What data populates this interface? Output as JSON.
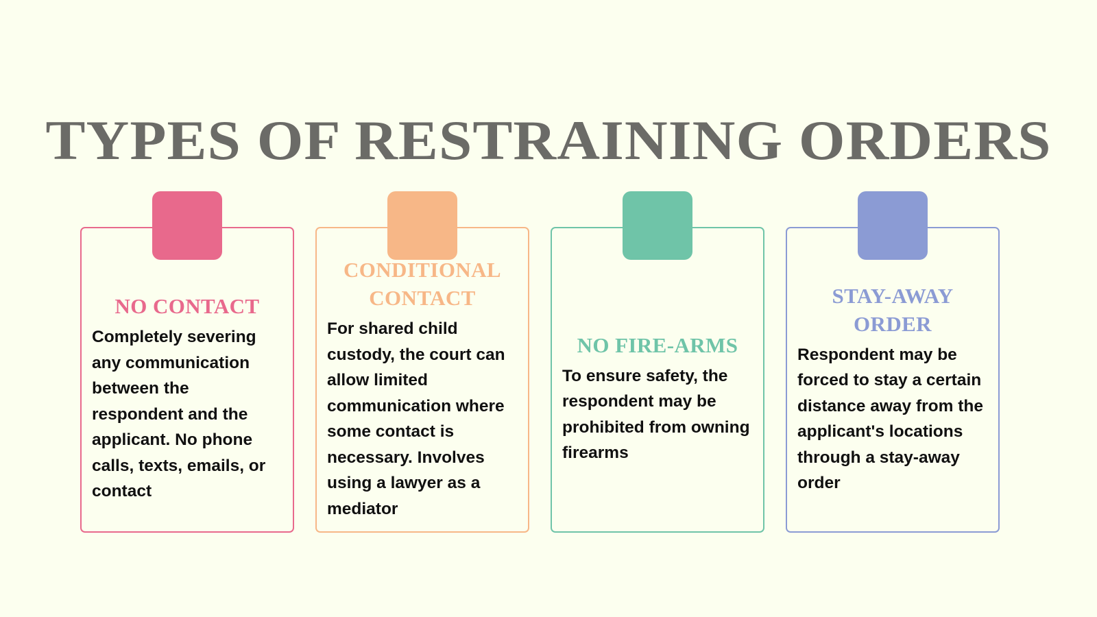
{
  "page": {
    "title": "TYPES OF RESTRAINING ORDERS",
    "background_color": "#fcffef",
    "title_color": "#6b6b67",
    "body_text_color": "#101010"
  },
  "cards": [
    {
      "heading": "NO CONTACT",
      "body": "Completely severing any communication between the respondent and the applicant. No phone calls, texts, emails, or contact",
      "color": "#e8698c",
      "heading_lines": 1
    },
    {
      "heading": "CONDITIONAL CONTACT",
      "body": "For shared child custody, the court can allow limited communication where some contact is necessary. Involves using a lawyer as a mediator",
      "color": "#f7b787",
      "heading_lines": 2
    },
    {
      "heading": "NO FIRE-ARMS",
      "body": "To ensure safety, the respondent may be prohibited from owning firearms",
      "color": "#6fc4a8",
      "heading_lines": 1
    },
    {
      "heading": "STAY-AWAY ORDER",
      "body": "Respondent may be forced to stay a certain distance away from the applicant's locations through a stay-away order",
      "color": "#8b9bd4",
      "heading_lines": 2
    }
  ]
}
